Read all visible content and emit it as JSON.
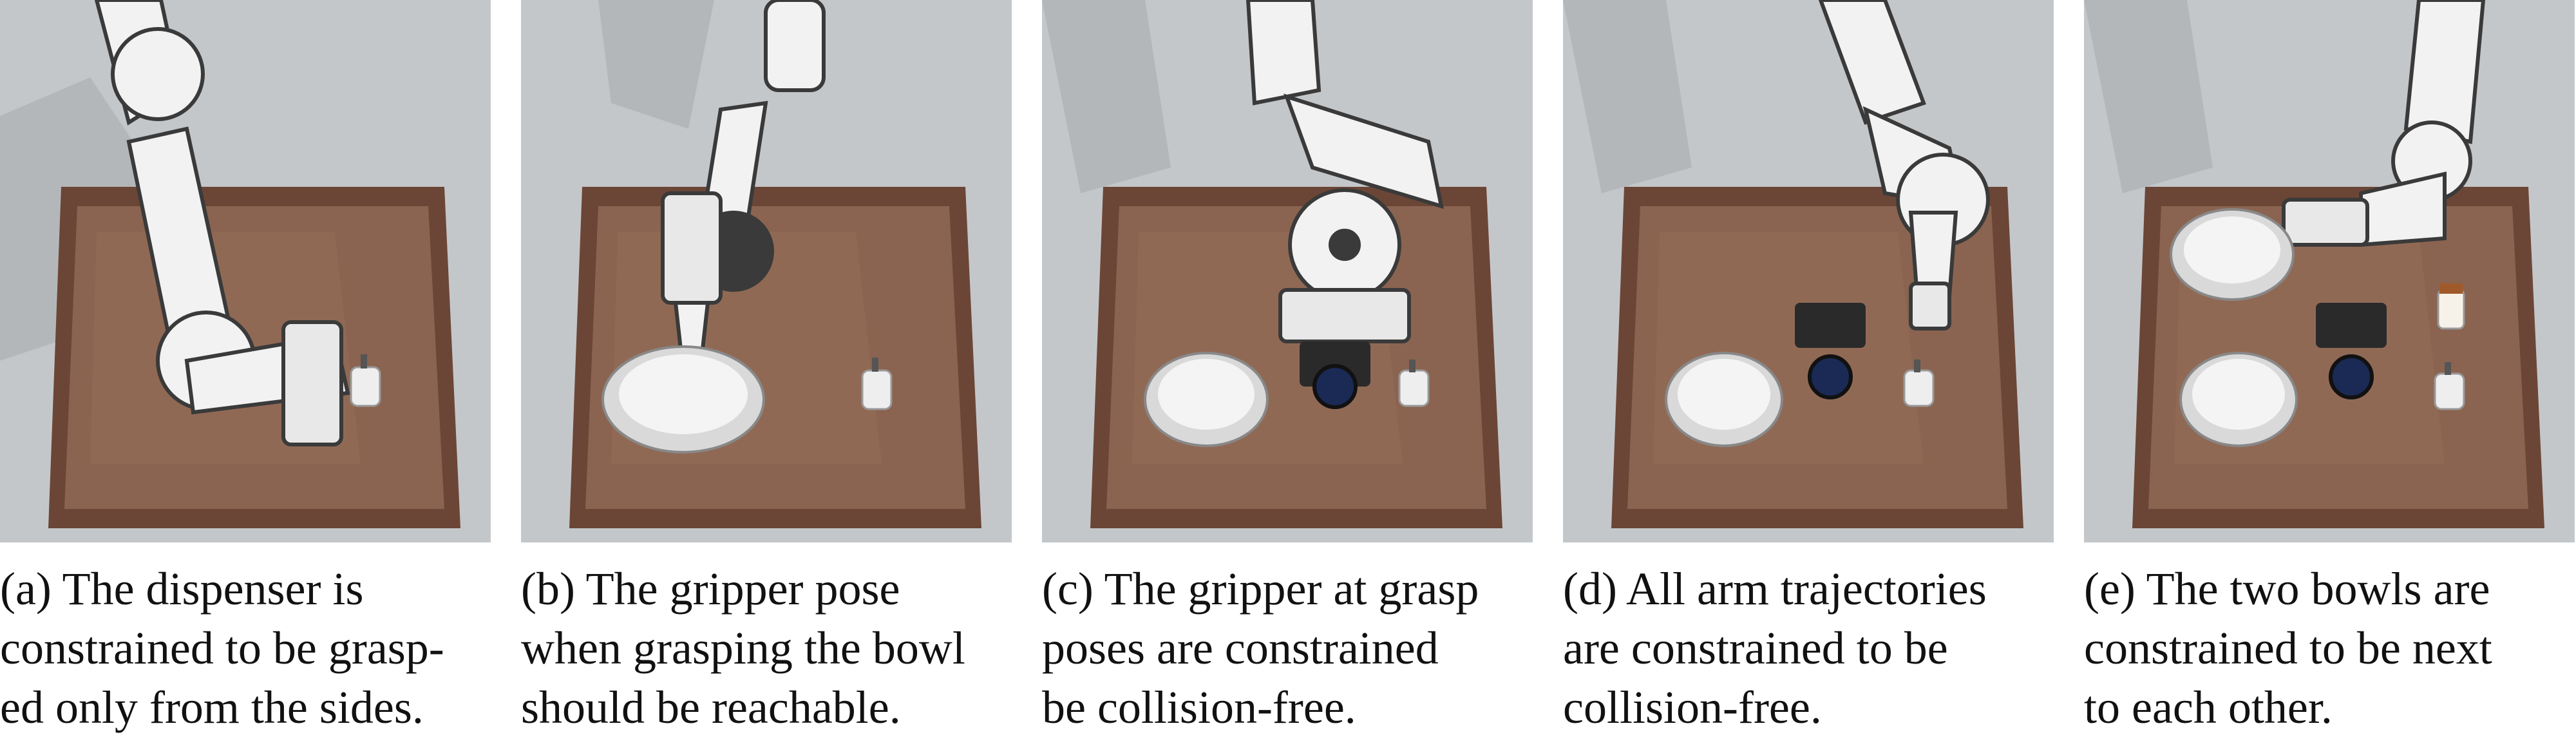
{
  "figure": {
    "panels": [
      {
        "id": "a",
        "lines": [
          "(a) The dispenser is",
          "constrained to be grasp-",
          "ed only from the sides."
        ]
      },
      {
        "id": "b",
        "lines": [
          "(b) The gripper pose",
          "when grasping the bowl",
          "should be reachable."
        ]
      },
      {
        "id": "c",
        "lines": [
          "(c) The gripper at grasp",
          "poses are constrained",
          "be collision-free."
        ]
      },
      {
        "id": "d",
        "lines": [
          "(d) All arm trajectories",
          "are constrained to be",
          "collision-free."
        ]
      },
      {
        "id": "e",
        "lines": [
          "(e) The two bowls are",
          "constrained to be next",
          "to each other."
        ]
      }
    ]
  },
  "colors": {
    "floor": "#c4c7ca",
    "tray_floor": "#8a6450",
    "tray_rim": "#6b4636",
    "arm_white": "#f2f2f2",
    "arm_dark": "#3a3a3a"
  }
}
